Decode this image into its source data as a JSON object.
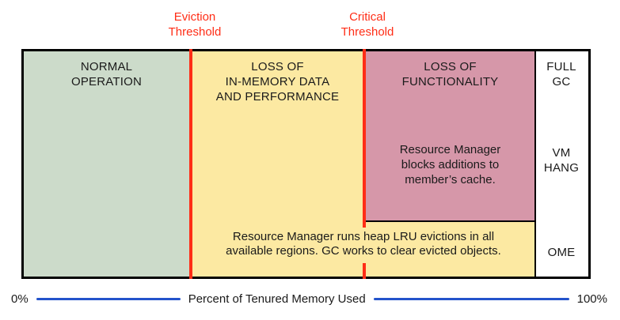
{
  "colors": {
    "zone_normal": "#ccdbca",
    "zone_eviction": "#fce9a2",
    "zone_critical": "#d697a9",
    "threshold_red": "#ff2d16",
    "axis_blue": "#2353cb",
    "border_black": "#000000",
    "text_dark": "#1a1a1a"
  },
  "threshold_labels": {
    "eviction": "Eviction\nThreshold",
    "critical": "Critical\nThreshold"
  },
  "zones": {
    "normal": {
      "title": "NORMAL\nOPERATION"
    },
    "eviction": {
      "title": "LOSS OF\nIN-MEMORY DATA\nAND PERFORMANCE",
      "note": "Resource Manager runs heap LRU evictions in all\navailable regions. GC works to clear evicted objects."
    },
    "critical": {
      "title": "LOSS OF\nFUNCTIONALITY",
      "note": "Resource Manager\nblocks additions to\nmember’s cache."
    }
  },
  "outcomes": {
    "full_gc": "FULL\nGC",
    "vm_hang": "VM\nHANG",
    "ome": "OME"
  },
  "axis": {
    "min_label": "0%",
    "title": "Percent of Tenured Memory Used",
    "max_label": "100%"
  }
}
